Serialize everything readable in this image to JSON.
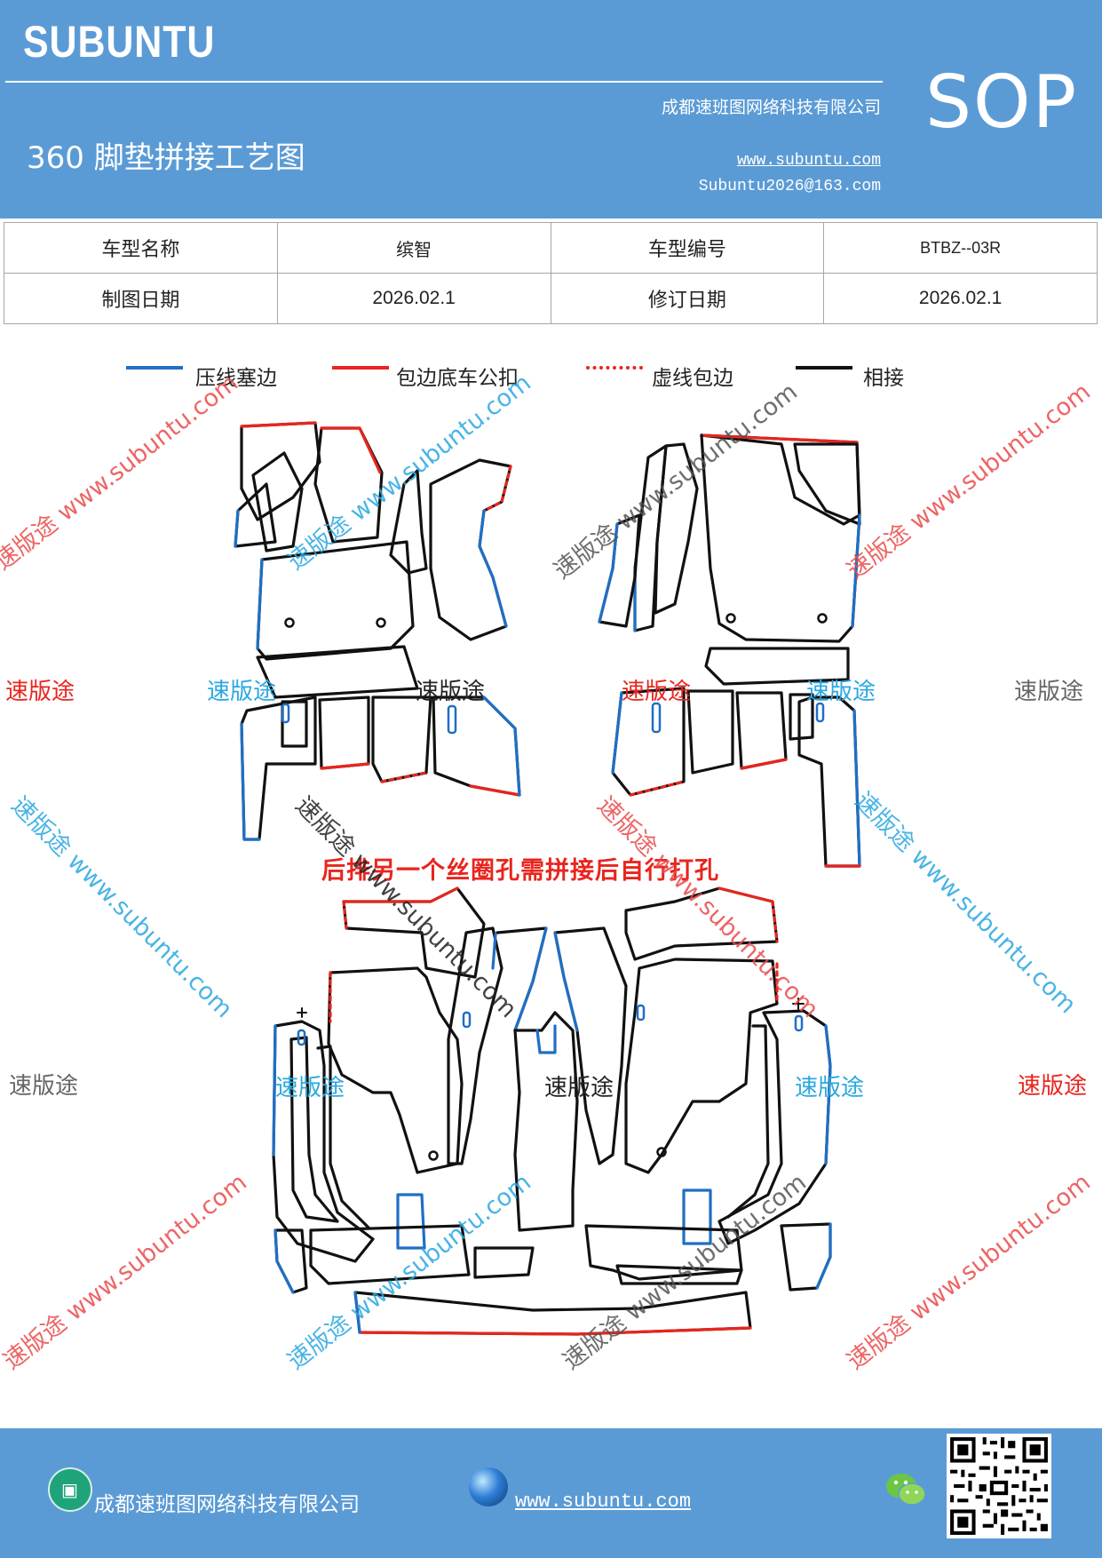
{
  "header": {
    "logo": "SUBUNTU",
    "company": "成都速班图网络科技有限公司",
    "title": "360 脚垫拼接工艺图",
    "website": "www.subuntu.com",
    "email": "Subuntu2026@163.com",
    "badge": "SOP"
  },
  "info_table": {
    "model_name_label": "车型名称",
    "model_name": "缤智",
    "model_code_label": "车型编号",
    "model_code": "BTBZ--03R",
    "draw_date_label": "制图日期",
    "draw_date": "2026.02.1",
    "revise_date_label": "修订日期",
    "revise_date": "2026.02.1"
  },
  "legend": [
    {
      "label": "压线塞边",
      "color": "#1f6fc5",
      "style": "solid"
    },
    {
      "label": "包边底车公扣",
      "color": "#e8251e",
      "style": "solid"
    },
    {
      "label": "虚线包边",
      "color": "#e8251e",
      "style": "dotted"
    },
    {
      "label": "相接",
      "color": "#111111",
      "style": "solid"
    }
  ],
  "note": "后排另一个丝圈孔需拼接后自行打孔",
  "watermarks": {
    "brand": "速版途",
    "url": "www.subuntu.com",
    "brand_url": "速版途 www.subuntu.com"
  },
  "colors": {
    "header_bg": "#5b9bd5",
    "blue_edge": "#1f6fc5",
    "red_edge": "#e8251e",
    "black_edge": "#111111"
  },
  "footer": {
    "company": "成都速班图网络科技有限公司",
    "website": "www.subuntu.com",
    "company_icon": "building-icon",
    "web_icon": "globe-icon",
    "chat_icon": "wechat-icon",
    "qr": "qr-code"
  }
}
